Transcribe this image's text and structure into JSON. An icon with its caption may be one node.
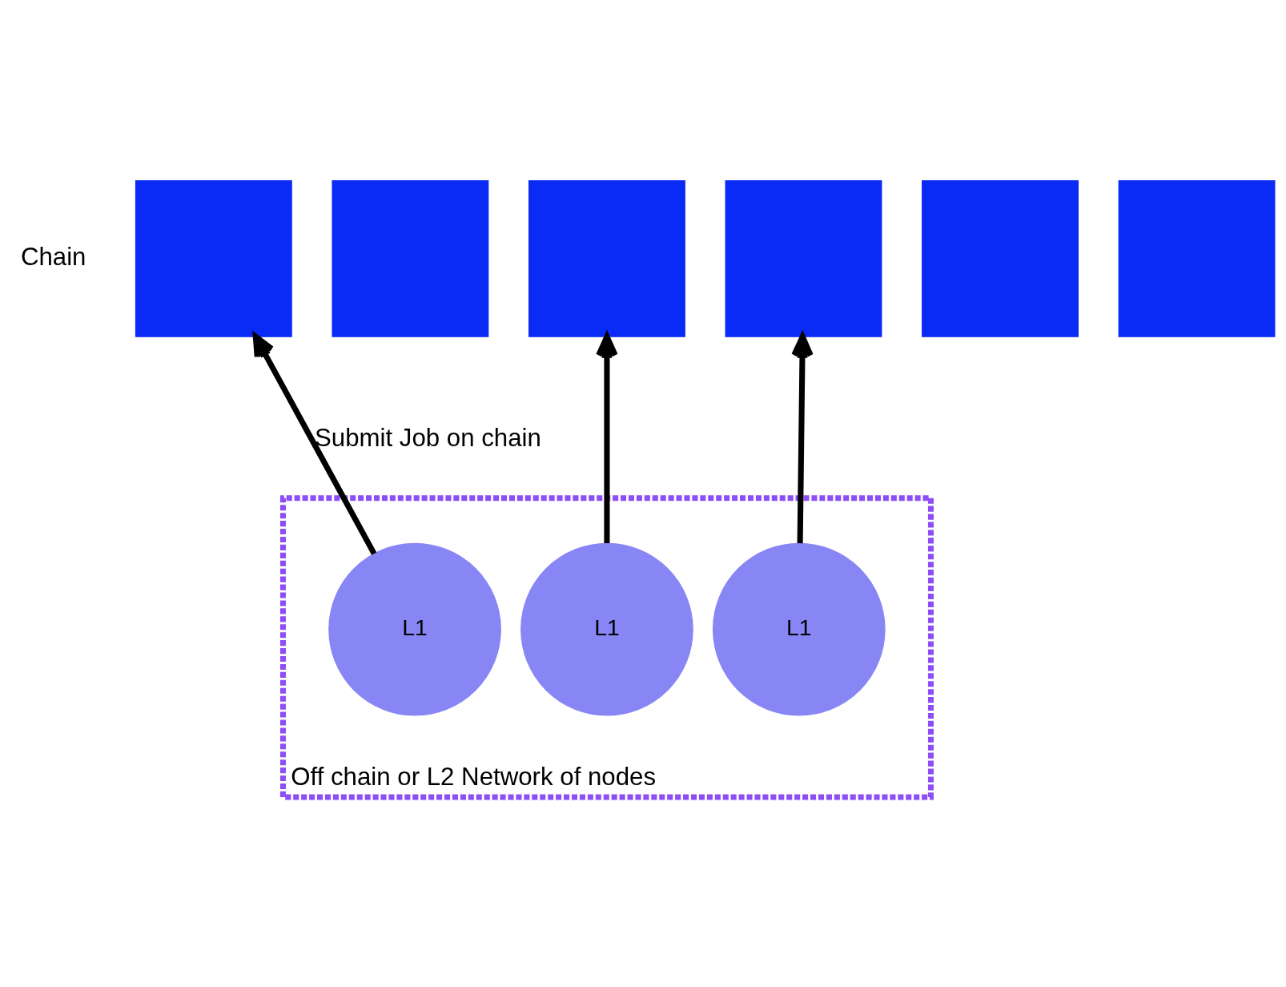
{
  "diagram": {
    "nodes": [
      {
        "text": [],
        "shape": "box"
      },
      {
        "text": [],
        "shape": "box"
      },
      {
        "text": [],
        "shape": "box"
      },
      {
        "text": [],
        "shape": "box"
      },
      {
        "text": [],
        "shape": "box"
      },
      {
        "text": [],
        "shape": "box"
      },
      {
        "text": [
          "Off chain or L2 Network of nodes"
        ]
      },
      {
        "text": [
          "L1"
        ],
        "in": 6
      },
      {
        "text": [
          "L1"
        ],
        "in": 6
      },
      {
        "text": [
          "L1"
        ],
        "in": 6
      }
    ],
    "edges": [
      {
        "from": 7,
        "to": 0,
        "arrow": "to",
        "label": "Submit Job on chain"
      },
      {
        "from": 8,
        "to": 3,
        "arrow": "to"
      },
      {
        "from": 9,
        "to": 2,
        "arrow": "to"
      }
    ],
    "labels": [
      "Chain"
    ]
  }
}
